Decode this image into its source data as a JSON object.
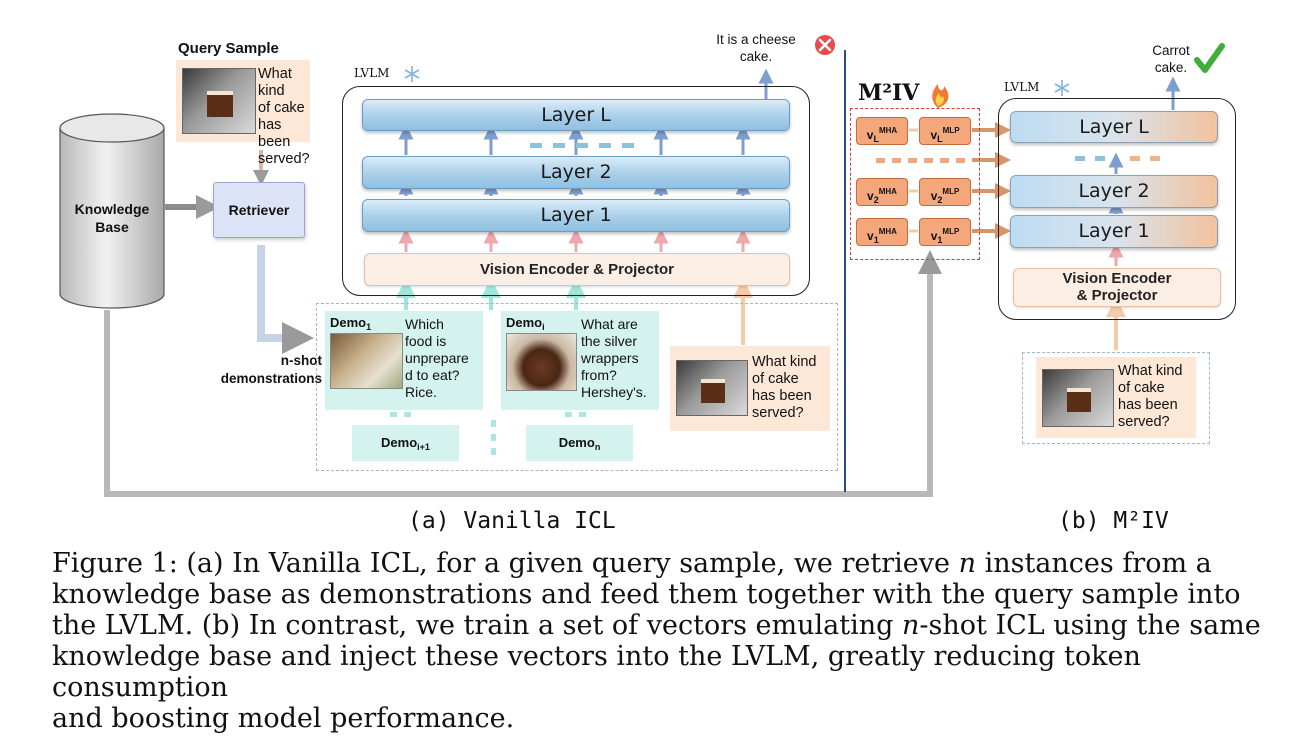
{
  "query_sample": {
    "title": "Query Sample",
    "text_lines": [
      "What kind",
      "of cake",
      "has been",
      "served?"
    ]
  },
  "knowledge_base": {
    "label_line1": "Knowledge",
    "label_line2": "Base"
  },
  "retriever": {
    "label": "Retriever"
  },
  "nshot": {
    "line1": "n-shot",
    "line2": "demonstrations"
  },
  "vanilla": {
    "lvlm_label": "LVLM",
    "layers": [
      "Layer L",
      "Layer 2",
      "Layer 1"
    ],
    "encoder": "Vision Encoder & Projector",
    "output_line1": "It is a cheese",
    "output_line2": "cake.",
    "demos": {
      "demo1_label": "Demo",
      "demo1_sub": "1",
      "demo1_text": [
        "Which",
        "food is",
        "unprepare",
        "d to eat?",
        "Rice."
      ],
      "demoi_label": "Demo",
      "demoi_sub": "i",
      "demoi_text": [
        "What are",
        "the silver",
        "wrappers",
        "from?",
        "Hershey's."
      ],
      "demoi1_label": "Demo",
      "demoi1_sub": "i+1",
      "demon_label": "Demo",
      "demon_sub": "n"
    },
    "query_lines": [
      "What kind",
      "of cake",
      "has been",
      "served?"
    ]
  },
  "m2iv": {
    "title": "M²IV",
    "lvlm_label": "LVLM",
    "layers": [
      "Layer L",
      "Layer 2",
      "Layer 1"
    ],
    "encoder_line1": "Vision Encoder",
    "encoder_line2": "& Projector",
    "output_line1": "Carrot",
    "output_line2": "cake.",
    "vectors": {
      "vL_base": "v",
      "vL_sub": "L",
      "v2_base": "v",
      "v2_sub": "2",
      "v1_base": "v",
      "v1_sub": "1",
      "mha": "MHA",
      "mlp": "MLP"
    },
    "query_lines": [
      "What kind",
      "of cake",
      "has been",
      "served?"
    ]
  },
  "subcaptions": {
    "a": "(a) Vanilla ICL",
    "b": "(b) M²IV"
  },
  "caption": {
    "lines": [
      "Figure 1: (a) In Vanilla ICL, for a given query sample, we retrieve",
      "knowledge base as demonstrations and feed them together with the query sample into",
      "the LVLM. (b) In contrast, we train a set of vectors emulating",
      "knowledge base and inject these vectors into the LVLM, greatly reducing token consumption",
      "and boosting model performance."
    ],
    "line1_n": "n",
    "line1_tail": "instances from a",
    "line3_n": "n",
    "line3_tail": "-shot ICL using the same"
  },
  "colors": {
    "blue_arrow": "#7f9ed0",
    "pink_arrow": "#eea7ad",
    "orange_arrow": "#d9956a",
    "gray_arrow": "#9a9a9a",
    "divider": "#2c4a8e",
    "vector_fill": "#f3a77a"
  }
}
